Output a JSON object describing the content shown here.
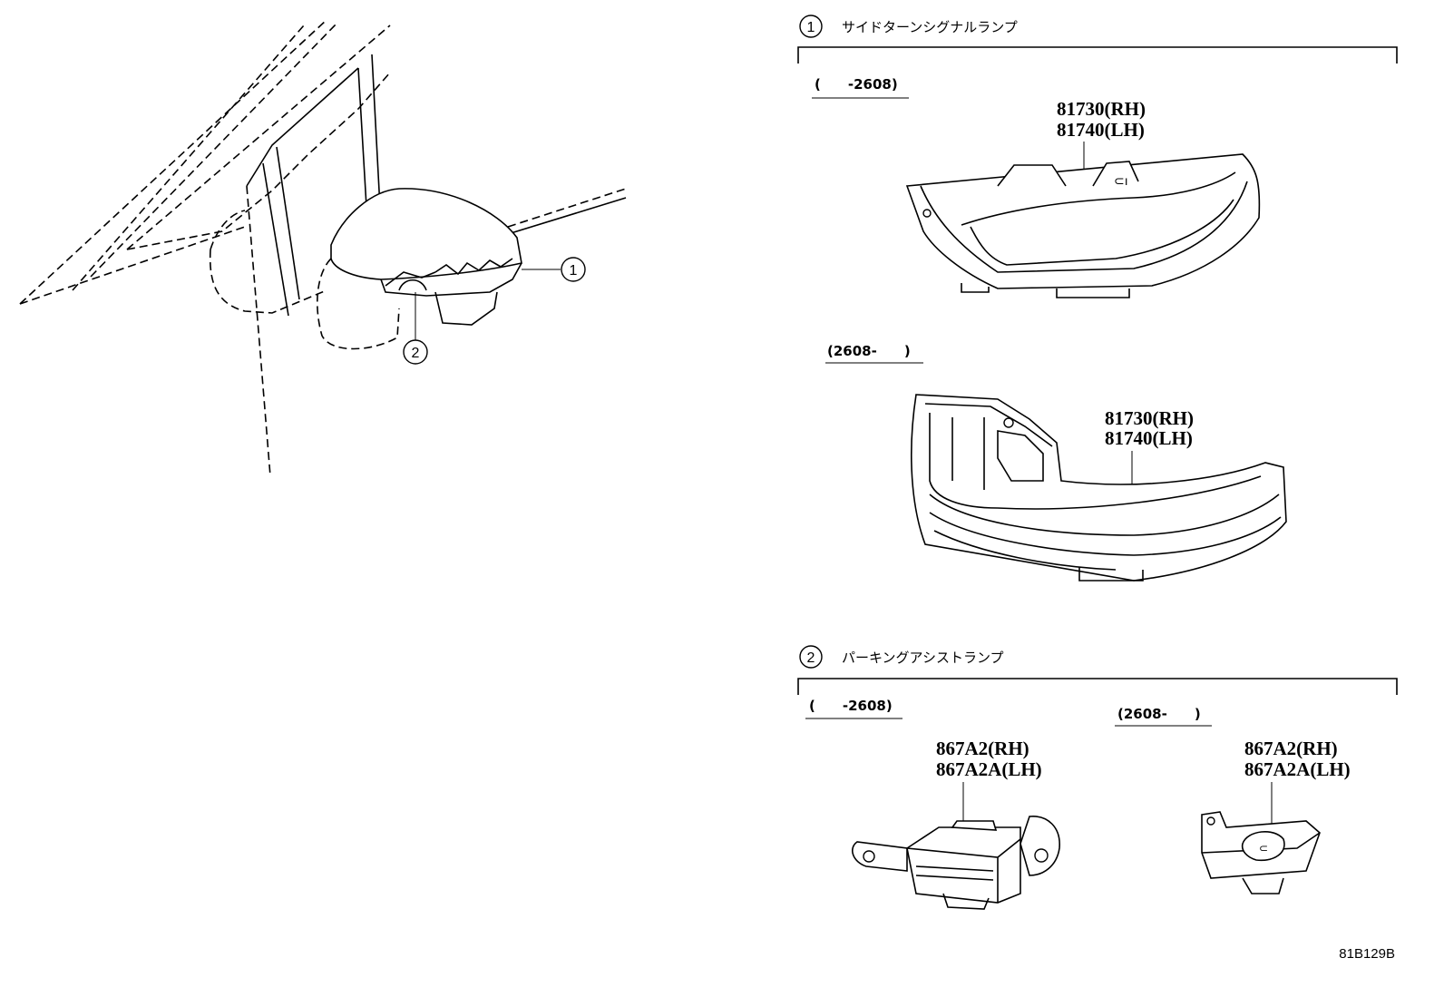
{
  "sections": [
    {
      "number": "1",
      "title": "サイドターンシグナルランプ",
      "groups": [
        {
          "range": "(　　-2608)",
          "part_numbers": [
            "81730(RH)",
            "81740(LH)"
          ]
        },
        {
          "range": "(2608-　　)",
          "part_numbers": [
            "81730(RH)",
            "81740(LH)"
          ]
        }
      ]
    },
    {
      "number": "2",
      "title": "パーキングアシストランプ",
      "groups": [
        {
          "range": "(　　-2608)",
          "part_numbers": [
            "867A2(RH)",
            "867A2A(LH)"
          ]
        },
        {
          "range": "(2608-　　)",
          "part_numbers": [
            "867A2(RH)",
            "867A2A(LH)"
          ]
        }
      ]
    }
  ],
  "callouts": [
    "1",
    "2"
  ],
  "figure_code": "81B129B"
}
